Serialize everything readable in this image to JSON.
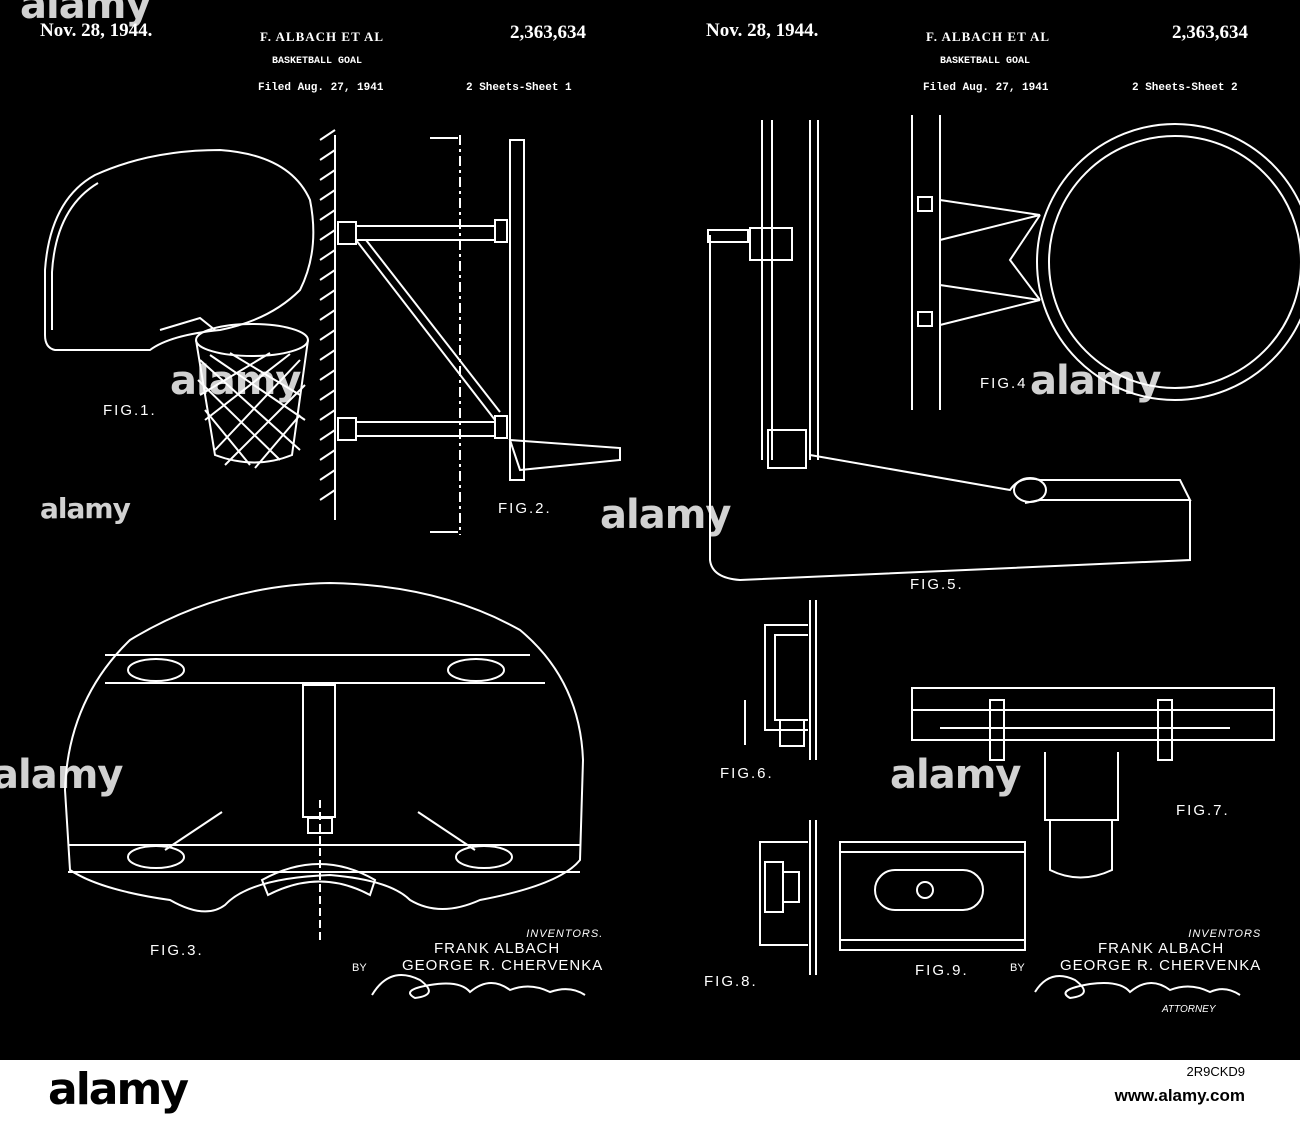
{
  "sheet1": {
    "date": "Nov. 28, 1944.",
    "inventor": "F. ALBACH ET AL",
    "patent_number": "2,363,634",
    "title": "BASKETBALL GOAL",
    "filed": "Filed Aug. 27, 1941",
    "sheet": "2 Sheets-Sheet 1",
    "figures": [
      "FIG.1.",
      "FIG.2.",
      "FIG.3."
    ],
    "inventors_caption": "INVENTORS.",
    "inventor_names": [
      "FRANK ALBACH",
      "GEORGE R. CHERVENKA"
    ],
    "by": "BY"
  },
  "sheet2": {
    "date": "Nov. 28, 1944.",
    "inventor": "F. ALBACH ET AL",
    "patent_number": "2,363,634",
    "title": "BASKETBALL GOAL",
    "filed": "Filed Aug. 27, 1941",
    "sheet": "2 Sheets-Sheet 2",
    "figures": [
      "FIG.4",
      "FIG.5.",
      "FIG.6.",
      "FIG.7.",
      "FIG.8.",
      "FIG.9."
    ],
    "inventors_caption": "INVENTORS",
    "inventor_names": [
      "FRANK ALBACH",
      "GEORGE R. CHERVENKA"
    ],
    "by": "BY",
    "attorney": "ATTORNEY"
  },
  "watermark": "alamy",
  "footer": {
    "logo": "alamy",
    "image_code": "2R9CKD9",
    "url": "www.alamy.com"
  }
}
